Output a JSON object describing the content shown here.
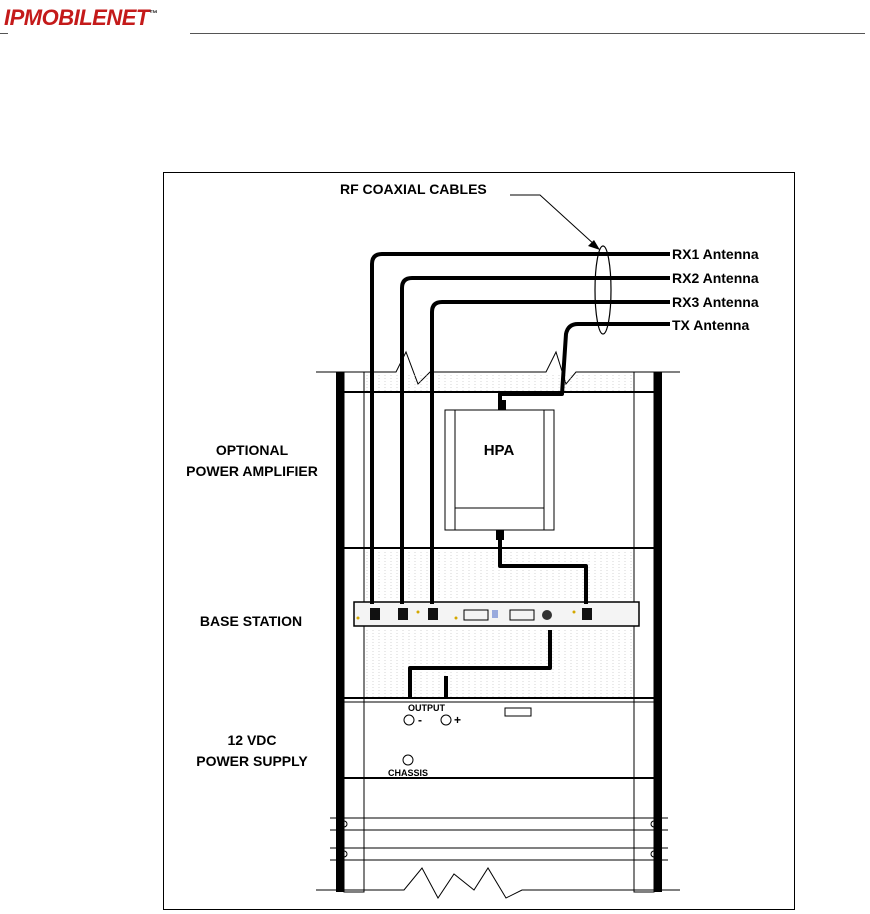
{
  "header": {
    "logo_text": "IPMOBILENET",
    "logo_tm": "™"
  },
  "diagram": {
    "label_cables": "RF COAXIAL CABLES",
    "antennas": [
      "RX1 Antenna",
      "RX2 Antenna",
      "RX3 Antenna",
      "TX Antenna"
    ],
    "label_optional_line1": "OPTIONAL",
    "label_optional_line2": "POWER AMPLIFIER",
    "label_hpa": "HPA",
    "label_base_station": "BASE STATION",
    "label_psu_line1": "12 VDC",
    "label_psu_line2": "POWER SUPPLY",
    "label_output": "OUTPUT",
    "label_minus": "-",
    "label_plus": "+",
    "label_chassis": "CHASSIS"
  }
}
